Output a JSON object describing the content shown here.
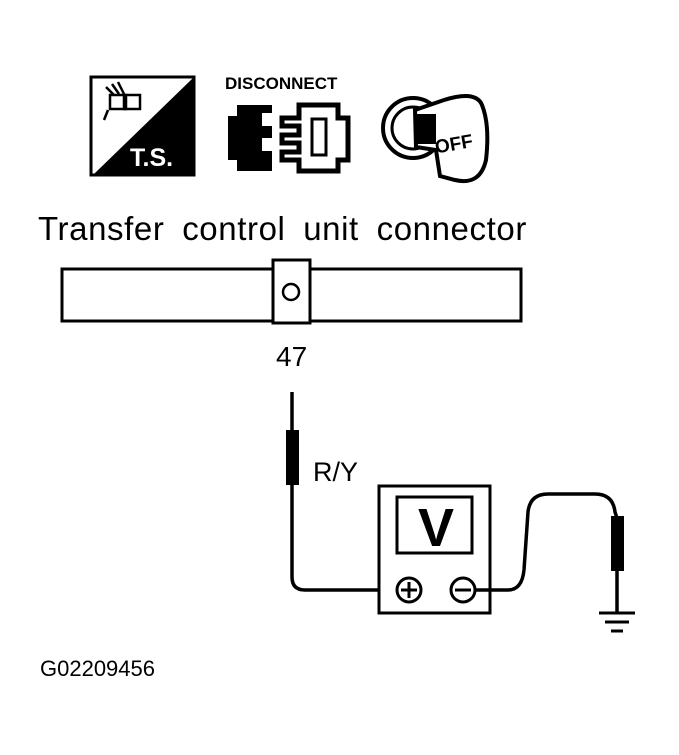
{
  "icons": {
    "ts_label": "T.S.",
    "disconnect_label": "DISCONNECT",
    "key_label": "OFF"
  },
  "connector": {
    "title": "Transfer control unit connector",
    "pin": "47"
  },
  "wire": {
    "color_code": "R/Y"
  },
  "meter": {
    "symbol": "V",
    "plus": "+",
    "minus": "−"
  },
  "figure_code": "G02209456"
}
